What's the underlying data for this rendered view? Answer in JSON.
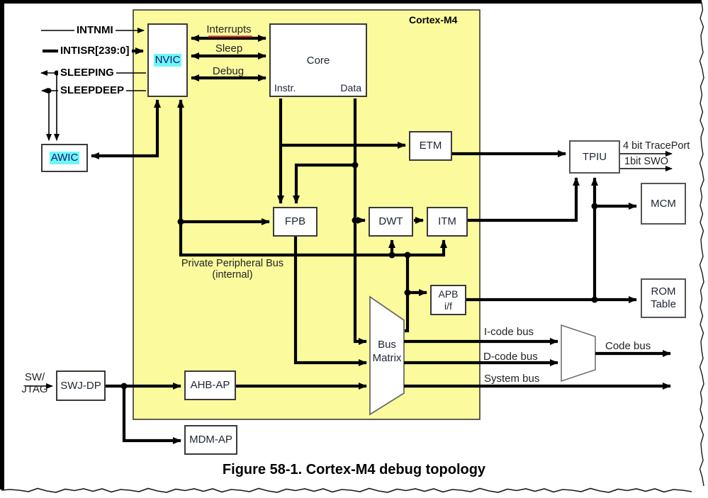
{
  "figure": {
    "caption": "Figure 58-1. Cortex-M4 debug topology",
    "region_label": "Cortex-M4"
  },
  "colors": {
    "region_fill": "#FBFB9E",
    "highlight_cyan": "#6FF7F7",
    "highlight_text": "#15157A",
    "line_black": "#000000",
    "red_underline": "#CC3333"
  },
  "blocks": {
    "nvic": "NVIC",
    "core": "Core",
    "core_instr": "Instr.",
    "core_data": "Data",
    "etm": "ETM",
    "fpb": "FPB",
    "dwt": "DWT",
    "itm": "ITM",
    "apb_line1": "APB",
    "apb_line2": "i/f",
    "bus_matrix_line1": "Bus",
    "bus_matrix_line2": "Matrix",
    "awic": "AWIC",
    "swj_dp": "SWJ-DP",
    "ahb_ap": "AHB-AP",
    "mdm_ap": "MDM-AP",
    "tpiu": "TPIU",
    "mcm": "MCM",
    "rom_table_line1": "ROM",
    "rom_table_line2": "Table"
  },
  "signals": {
    "intnmi": "INTNMI",
    "intisr": "INTISR[239:0]",
    "sleeping": "SLEEPING",
    "sleepdeep": "SLEEPDEEP",
    "sw_jtag_line1": "SW/",
    "sw_jtag_line2": "JTAG",
    "interrupts": "Interrupts",
    "sleep": "Sleep",
    "debug": "Debug",
    "ppb_line1": "Private Peripheral Bus",
    "ppb_line2": "(internal)",
    "icode_bus": "I-code bus",
    "dcode_bus": "D-code bus",
    "system_bus": "System bus",
    "code_bus": "Code bus",
    "traceport": "4 bit TracePort",
    "swo": "1bit SWO"
  }
}
